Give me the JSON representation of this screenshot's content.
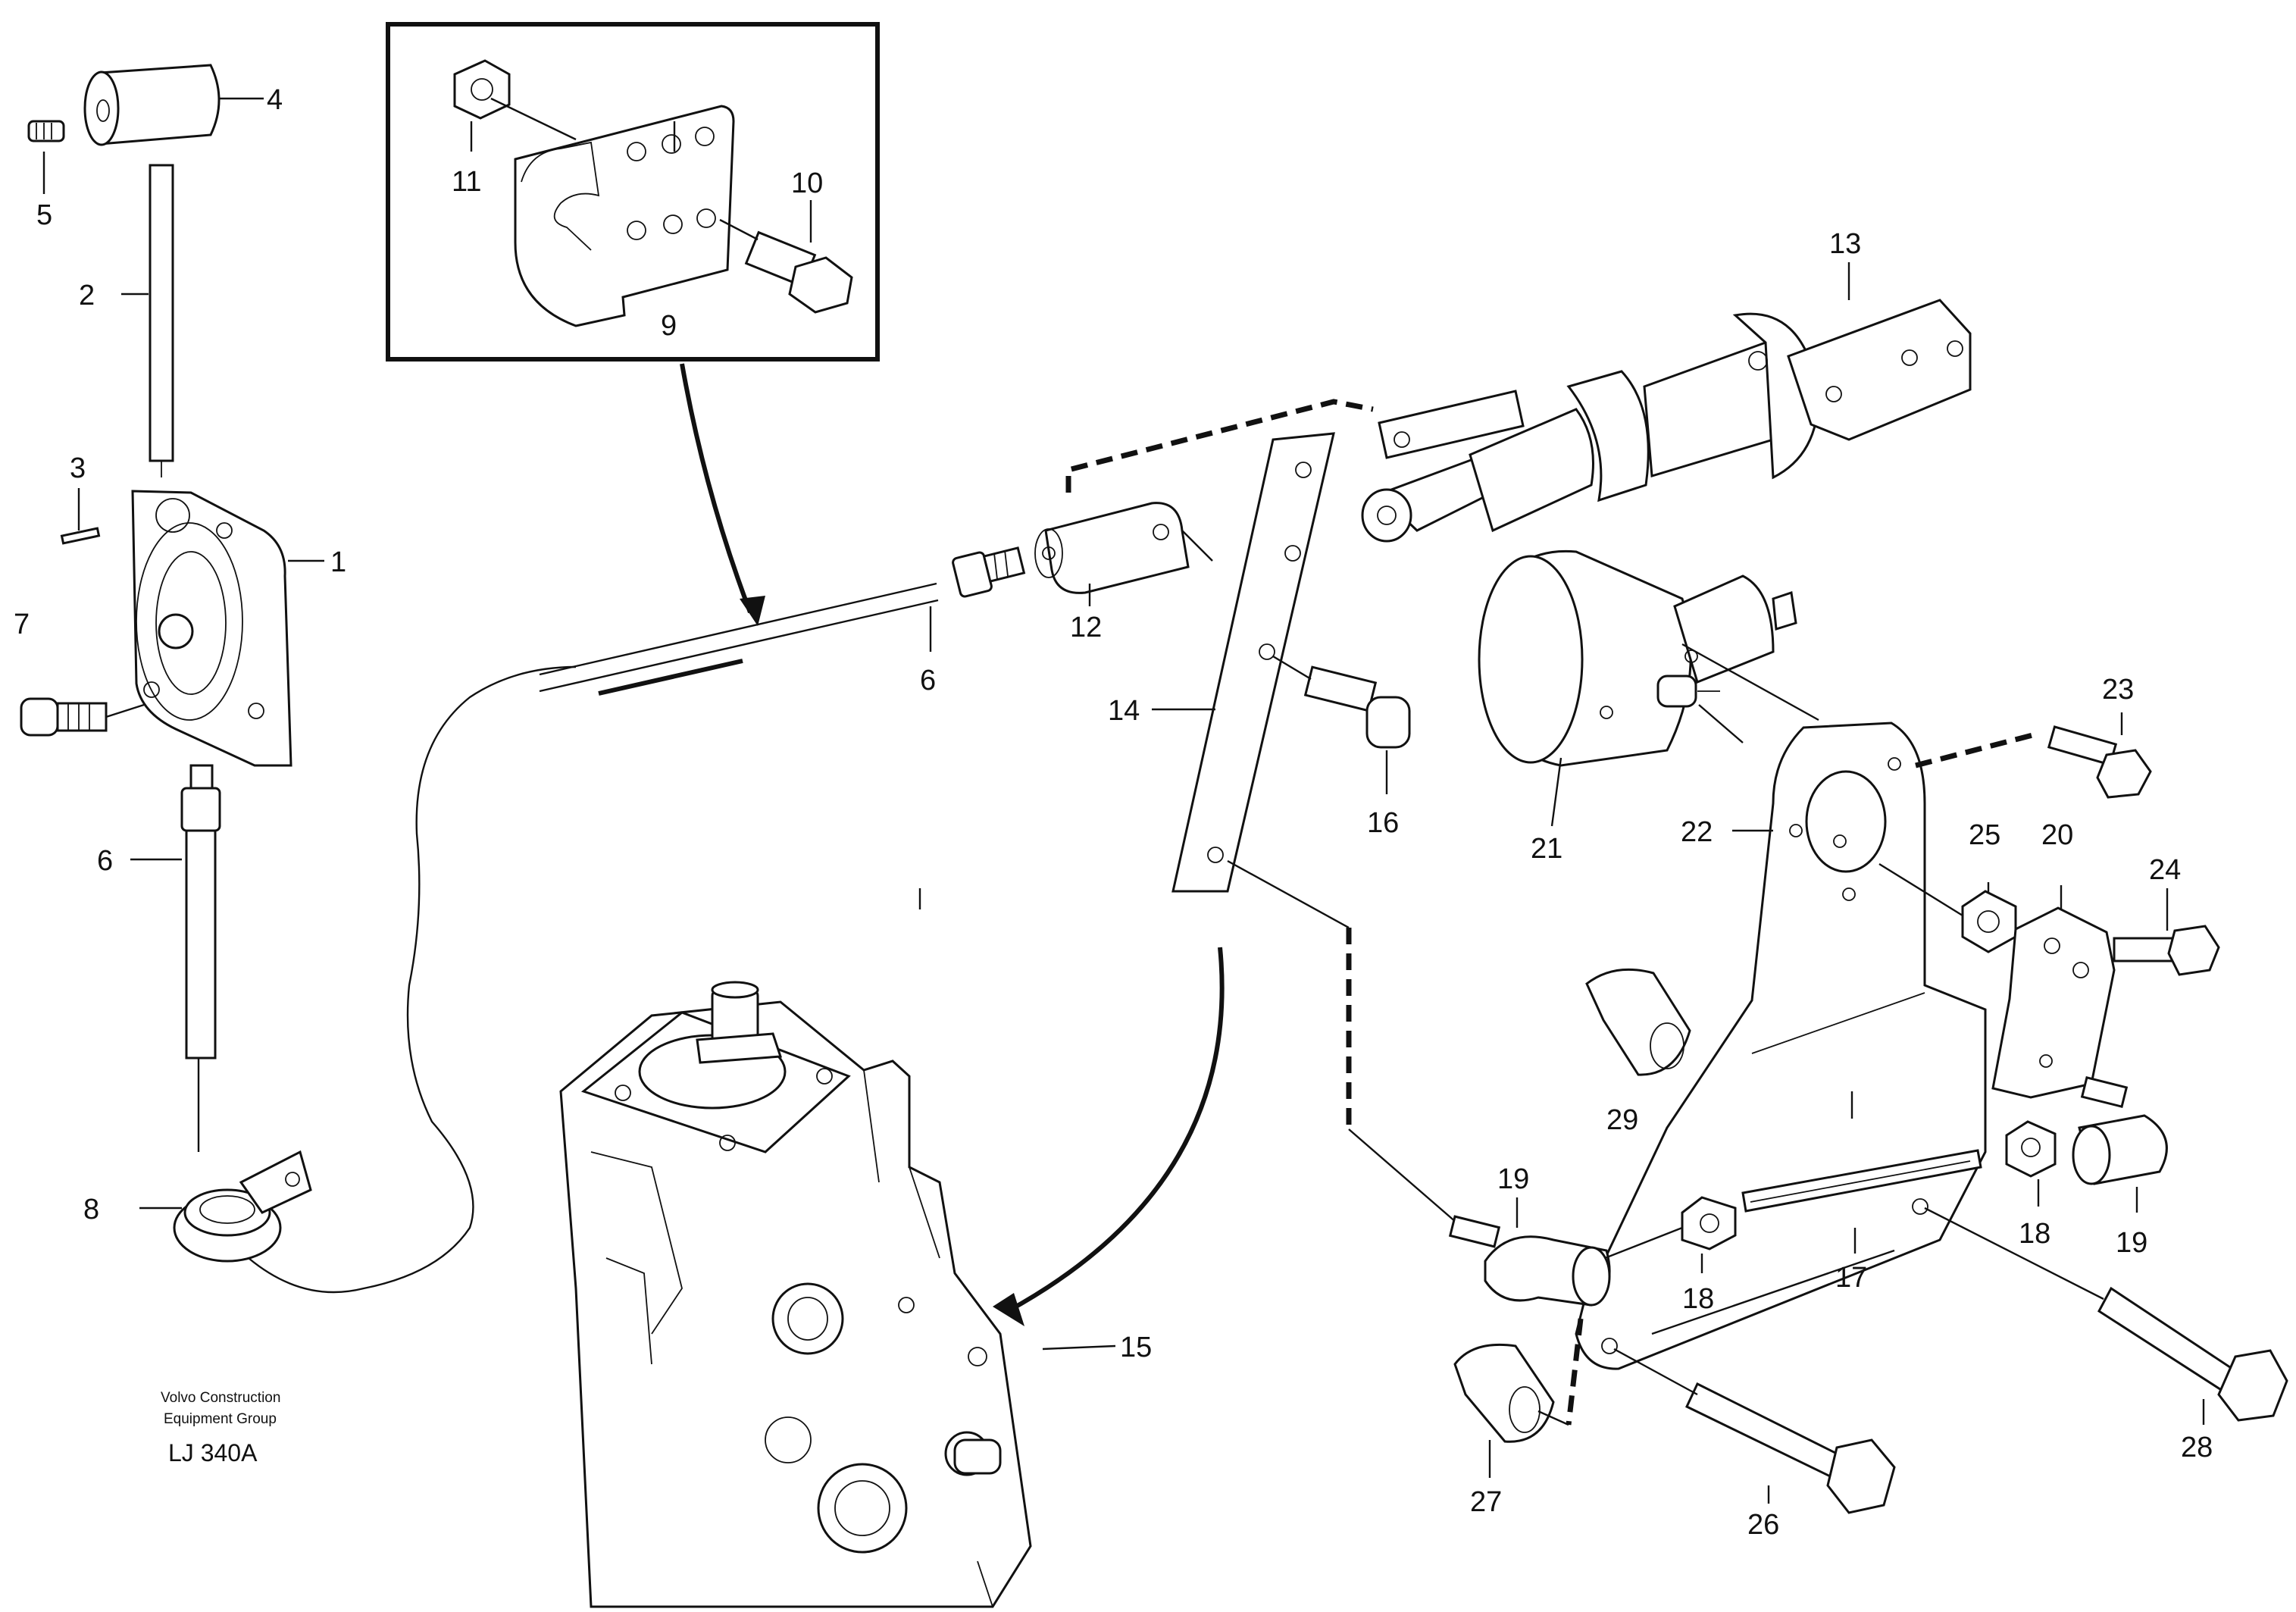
{
  "diagram": {
    "callouts": [
      {
        "id": "c1",
        "label": "1"
      },
      {
        "id": "c2",
        "label": "2"
      },
      {
        "id": "c3",
        "label": "3"
      },
      {
        "id": "c4",
        "label": "4"
      },
      {
        "id": "c5",
        "label": "5"
      },
      {
        "id": "c6a",
        "label": "6"
      },
      {
        "id": "c6b",
        "label": "6"
      },
      {
        "id": "c7",
        "label": "7"
      },
      {
        "id": "c8",
        "label": "8"
      },
      {
        "id": "c9",
        "label": "9"
      },
      {
        "id": "c10",
        "label": "10"
      },
      {
        "id": "c11",
        "label": "11"
      },
      {
        "id": "c12",
        "label": "12"
      },
      {
        "id": "c13",
        "label": "13"
      },
      {
        "id": "c14",
        "label": "14"
      },
      {
        "id": "c15",
        "label": "15"
      },
      {
        "id": "c16",
        "label": "16"
      },
      {
        "id": "c17",
        "label": "17"
      },
      {
        "id": "c18a",
        "label": "18"
      },
      {
        "id": "c18b",
        "label": "18"
      },
      {
        "id": "c19a",
        "label": "19"
      },
      {
        "id": "c19b",
        "label": "19"
      },
      {
        "id": "c20",
        "label": "20"
      },
      {
        "id": "c21",
        "label": "21"
      },
      {
        "id": "c22",
        "label": "22"
      },
      {
        "id": "c23",
        "label": "23"
      },
      {
        "id": "c24",
        "label": "24"
      },
      {
        "id": "c25",
        "label": "25"
      },
      {
        "id": "c26",
        "label": "26"
      },
      {
        "id": "c27",
        "label": "27"
      },
      {
        "id": "c28",
        "label": "28"
      },
      {
        "id": "c29",
        "label": "29"
      }
    ],
    "credit_line1": "Volvo Construction",
    "credit_line2": "Equipment Group",
    "reference_code": "LJ 340A"
  }
}
